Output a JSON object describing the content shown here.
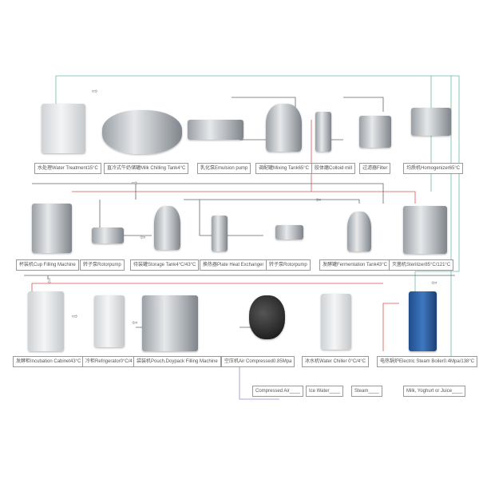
{
  "colors": {
    "milk_line": "#666666",
    "steam_line": "#d9534f",
    "ice_water_line": "#6fb7b0",
    "compressed_air_line": "#8a8fd0"
  },
  "equipment": [
    {
      "id": "water-treatment",
      "label": "水处理Water Treatment15°C"
    },
    {
      "id": "milk-chilling-tank",
      "label": "直冷式牛奶储罐Milk Chilling Tank4°C"
    },
    {
      "id": "emulsion-pump",
      "label": "乳化泵Emulsion pump"
    },
    {
      "id": "mixing-tank",
      "label": "调配罐Mixing Tank65°C"
    },
    {
      "id": "colloid-mill",
      "label": "胶体磨Colloid mill"
    },
    {
      "id": "filter",
      "label": "过滤器Filter"
    },
    {
      "id": "homogenizer",
      "label": "均质机Homogenizer65°C"
    },
    {
      "id": "cup-filling-machine",
      "label": "杯装机Cup Filling Machine"
    },
    {
      "id": "rotor-pump-1",
      "label": "转子泵Rotorpump"
    },
    {
      "id": "storage-tank",
      "label": "待装罐Storage Tank4°C/43°C"
    },
    {
      "id": "plate-heat-exchanger",
      "label": "换热器Plate Heat Exchanger"
    },
    {
      "id": "rotor-pump-2",
      "label": "转子泵Rotorpump"
    },
    {
      "id": "fermentation-tank",
      "label": "发酵罐Fermentation Tank43°C"
    },
    {
      "id": "sterilizer",
      "label": "灭菌机Sterilizer85°C/121°C"
    },
    {
      "id": "incubation-cabinet",
      "label": "发酵柜Incubation Cabinet43°C"
    },
    {
      "id": "refrigerator",
      "label": "冷柜Refrigerator0°C/4"
    },
    {
      "id": "pouch-filling-machine",
      "label": "袋装机Pouch,Doypack Filling Machine"
    },
    {
      "id": "air-compressor",
      "label": "空压机Air Compressed0.85Mpa"
    },
    {
      "id": "water-chiller",
      "label": "冰水机Water Chiller 0°C/4°C"
    },
    {
      "id": "steam-boiler",
      "label": "电热锅炉Electric Steam Boiler0.4Mpa/138°C"
    }
  ],
  "legend": [
    {
      "label": "Compressed Air____",
      "color": "#8a8fd0"
    },
    {
      "label": "Ice Water____",
      "color": "#6fb7b0"
    },
    {
      "label": "Steam____",
      "color": "#d9534f"
    },
    {
      "label": "Milk, Yoghurt or Juice____",
      "color": "#666666"
    }
  ]
}
